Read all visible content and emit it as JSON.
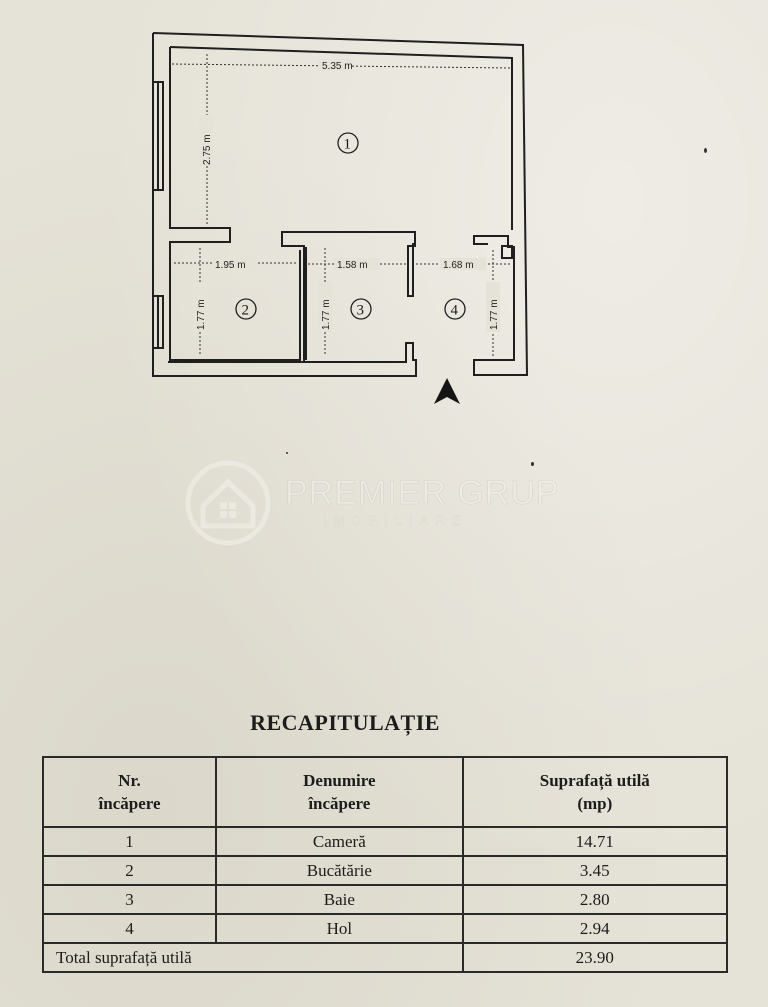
{
  "floor_plan": {
    "dimensions": {
      "top_width": "5.35 m",
      "room1_height": "2.75 m",
      "room2_width": "1.95 m",
      "room3_width": "1.58 m",
      "room4_width": "1.68 m",
      "room2_height": "1.77 m",
      "room3_height": "1.77 m",
      "room4_height": "1.77 m"
    },
    "room_labels": [
      "1",
      "2",
      "3",
      "4"
    ]
  },
  "watermark": {
    "brand": "PREMIER GRUP",
    "subtitle": "IMOBILIARE"
  },
  "recap": {
    "title": "RECAPITULAȚIE",
    "headers": {
      "nr": [
        "Nr.",
        "încăpere"
      ],
      "denumire": [
        "Denumire",
        "încăpere"
      ],
      "suprafata": [
        "Suprafață utilă",
        "(mp)"
      ]
    },
    "rows": [
      {
        "nr": "1",
        "name": "Cameră",
        "area": "14.71"
      },
      {
        "nr": "2",
        "name": "Bucătărie",
        "area": "3.45"
      },
      {
        "nr": "3",
        "name": "Baie",
        "area": "2.80"
      },
      {
        "nr": "4",
        "name": "Hol",
        "area": "2.94"
      }
    ],
    "total_label": "Total suprafață utilă",
    "total_value": "23.90"
  }
}
